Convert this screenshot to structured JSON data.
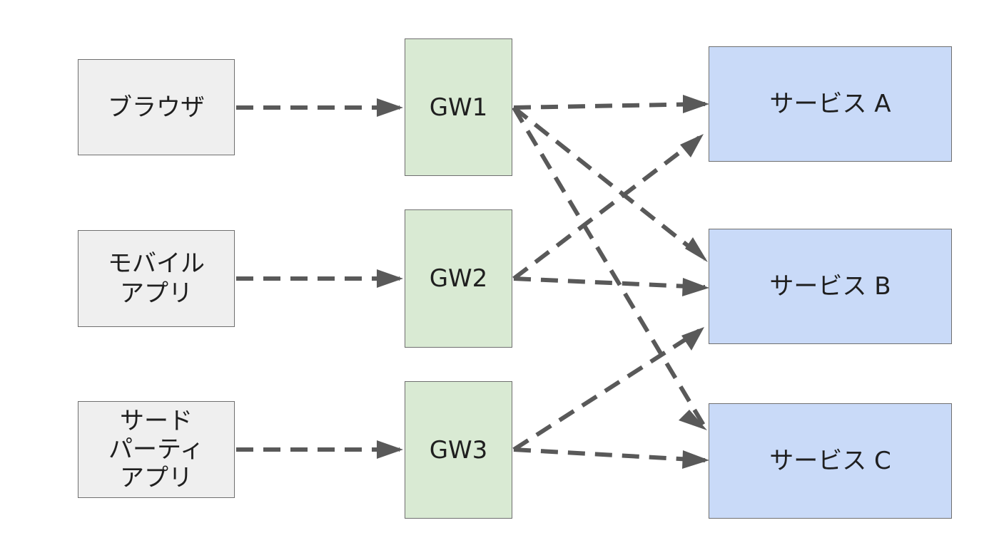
{
  "diagram": {
    "clients": [
      {
        "label": "ブラウザ"
      },
      {
        "label": "モバイル\nアプリ"
      },
      {
        "label": "サード\nパーティ\nアプリ"
      }
    ],
    "gateways": [
      {
        "label": "GW1"
      },
      {
        "label": "GW2"
      },
      {
        "label": "GW3"
      }
    ],
    "services": [
      {
        "label": "サービス A"
      },
      {
        "label": "サービス B"
      },
      {
        "label": "サービス C"
      }
    ],
    "connections": [
      {
        "from": "ブラウザ",
        "to": "GW1"
      },
      {
        "from": "モバイル アプリ",
        "to": "GW2"
      },
      {
        "from": "サード パーティ アプリ",
        "to": "GW3"
      },
      {
        "from": "GW1",
        "to": "サービス A"
      },
      {
        "from": "GW1",
        "to": "サービス B"
      },
      {
        "from": "GW1",
        "to": "サービス C"
      },
      {
        "from": "GW2",
        "to": "サービス A"
      },
      {
        "from": "GW2",
        "to": "サービス B"
      },
      {
        "from": "GW3",
        "to": "サービス B"
      },
      {
        "from": "GW3",
        "to": "サービス C"
      }
    ],
    "colors": {
      "client_fill": "#efefef",
      "gateway_fill": "#d9ead3",
      "service_fill": "#c9daf8",
      "border": "#6f6f6f",
      "arrow": "#595959"
    },
    "arrow_style": "dashed"
  }
}
